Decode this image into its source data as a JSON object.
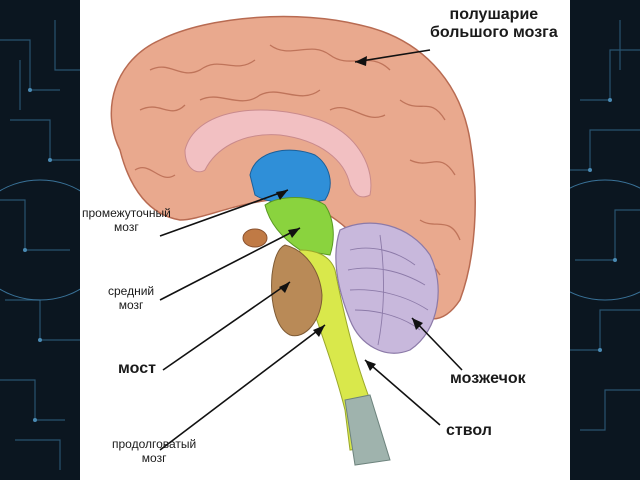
{
  "labels": {
    "hemisphere": {
      "line1": "полушарие",
      "line2": "большого мозга"
    },
    "diencephalon": {
      "line1": "промежуточный",
      "line2": "мозг"
    },
    "midbrain": {
      "line1": "средний",
      "line2": "мозг"
    },
    "pons": "мост",
    "cerebellum": "мозжечок",
    "brainstem": "ствол",
    "medulla": {
      "line1": "продолговатый",
      "line2": "мозг"
    }
  },
  "colors": {
    "background": "#0b1620",
    "circuit": "#2c5a78",
    "cerebrum": "#e9a98e",
    "cerebrum_stroke": "#b86b52",
    "corpus_callosum": "#f2c0c2",
    "ventricle": "#2f8fd8",
    "thalamus": "#8ad33e",
    "midbrain_yellow": "#d9e84b",
    "stem": "#9fb3ad",
    "pons": "#b98a57",
    "cerebellum": "#c8b8dc",
    "pointer": "#111111"
  }
}
